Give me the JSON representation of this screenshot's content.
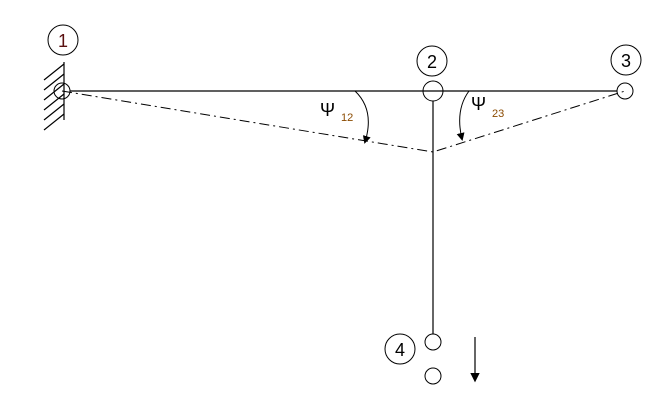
{
  "nodes": [
    {
      "id": "1",
      "label": "1"
    },
    {
      "id": "2",
      "label": "2"
    },
    {
      "id": "3",
      "label": "3"
    },
    {
      "id": "4",
      "label": "4"
    }
  ],
  "angles": [
    {
      "symbol": "Ψ",
      "subscript": "12"
    },
    {
      "symbol": "Ψ",
      "subscript": "23"
    }
  ],
  "colors": {
    "line": "#000000",
    "label_number": "#5a1010",
    "subscript": "#8a4a00"
  }
}
